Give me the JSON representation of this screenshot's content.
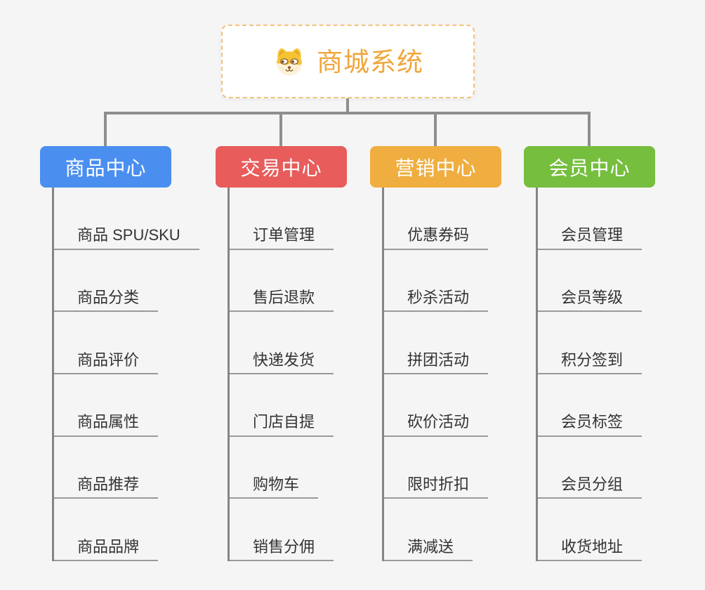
{
  "background": "#F5F5F5",
  "connector_color": "#8E8E8E",
  "root": {
    "title": "商城系统",
    "icon": "dog-face-icon",
    "accent": "#F1A63C",
    "border": "#F5C27A"
  },
  "branches": [
    {
      "label": "商品中心",
      "color": "#4A8FF0",
      "children": [
        "商品 SPU/SKU",
        "商品分类",
        "商品评价",
        "商品属性",
        "商品推荐",
        "商品品牌"
      ]
    },
    {
      "label": "交易中心",
      "color": "#E85C5C",
      "children": [
        "订单管理",
        "售后退款",
        "快递发货",
        "门店自提",
        "购物车",
        "销售分佣"
      ]
    },
    {
      "label": "营销中心",
      "color": "#EFAE3F",
      "children": [
        "优惠券码",
        "秒杀活动",
        "拼团活动",
        "砍价活动",
        "限时折扣",
        "满减送"
      ]
    },
    {
      "label": "会员中心",
      "color": "#76BE3E",
      "children": [
        "会员管理",
        "会员等级",
        "积分签到",
        "会员标签",
        "会员分组",
        "收货地址"
      ]
    }
  ]
}
